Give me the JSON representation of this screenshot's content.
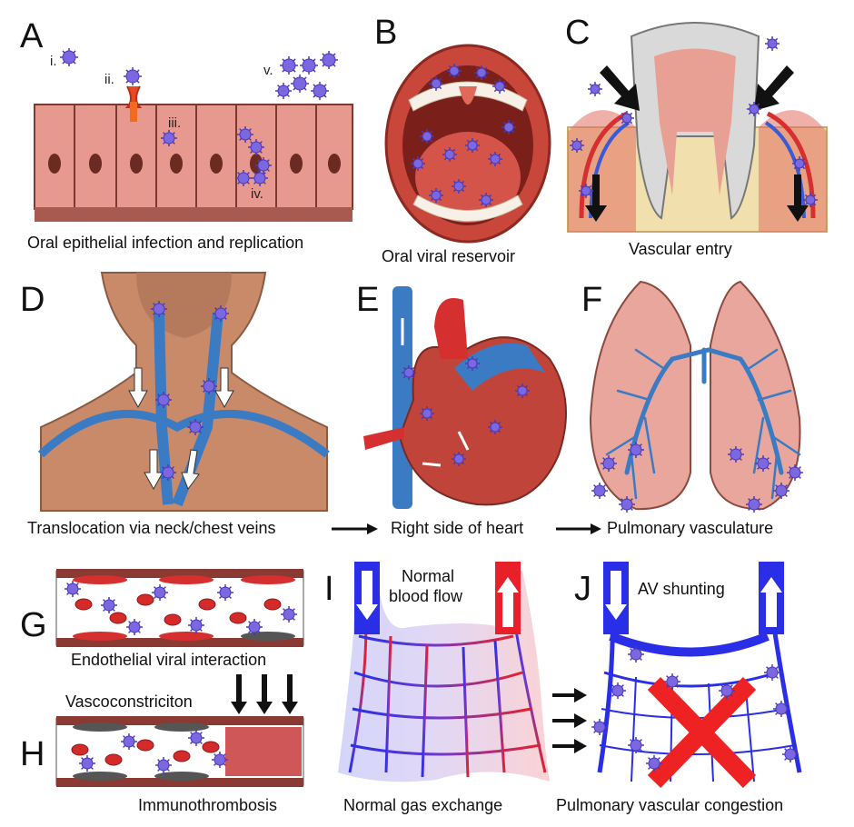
{
  "panels": {
    "A": {
      "letter": "A",
      "caption": "Oral epithelial infection and replication",
      "steps": [
        "i.",
        "ii.",
        "iii.",
        "iv.",
        "v."
      ]
    },
    "B": {
      "letter": "B",
      "caption": "Oral viral reservoir"
    },
    "C": {
      "letter": "C",
      "caption": "Vascular entry"
    },
    "D": {
      "letter": "D",
      "caption": "Translocation via neck/chest veins"
    },
    "E": {
      "letter": "E",
      "caption": "Right side of heart"
    },
    "F": {
      "letter": "F",
      "caption": "Pulmonary vasculature"
    },
    "G": {
      "letter": "G",
      "caption": "Endothelial viral interaction"
    },
    "H": {
      "letter": "H",
      "caption": "Immunothrombosis",
      "label_top": "Vascoconstriciton"
    },
    "I": {
      "letter": "I",
      "caption": "Normal gas exchange",
      "label_line1": "Normal",
      "label_line2": "blood flow"
    },
    "J": {
      "letter": "J",
      "caption": "Pulmonary vascular congestion",
      "label": "AV shunting"
    }
  },
  "colors": {
    "virus": "#7b68e0",
    "virus_spike": "#4a3ab8",
    "epithelium": "#e8998f",
    "vein": "#3b7bc4",
    "artery": "#d62f2f",
    "lung": "#e9a69c",
    "cross": "#ee2222",
    "capillary_blue": "#2a2ee6"
  }
}
